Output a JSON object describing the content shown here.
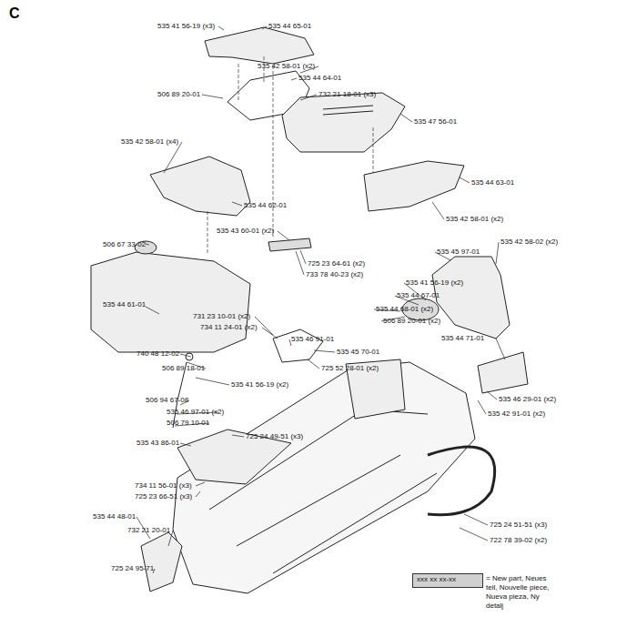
{
  "diagram": {
    "title": "C",
    "labels": [
      "535 41 56-19 (x3)",
      "535 44 65-01",
      "535 42 58-01 (x2)",
      "535 44 64-01",
      "506 89 20-01",
      "732 21 18-01 (x3)",
      "535 47 56-01",
      "535 42 58-01 (x4)",
      "535 44 63-01",
      "535 44 62-01",
      "535 42 58-01 (x2)",
      "535 43 60-01 (x2)",
      "506 67 33-02",
      "725 23 64-61 (x2)",
      "733 78 40-23 (x2)",
      "535 45 97-01",
      "535 42 58-02 (x2)",
      "535 41 56-19 (x2)",
      "535 44 67-01",
      "535 44 68-01 (x2)",
      "506 89 20-01 (x2)",
      "535 44 61-01",
      "731 23 10-01 (x2)",
      "734 11 24-01 (x2)",
      "535 46 91-01",
      "535 45 70-01",
      "535 44 71-01",
      "740 48 12-02",
      "506 89 18-01",
      "725 52 28-01 (x2)",
      "535 41 56-19 (x2)",
      "506 94 67-08",
      "535 46 97-01 (x2)",
      "506 79 10-01",
      "535 46 29-01 (x2)",
      "535 42 91-01 (x2)",
      "725 24 49-51 (x3)",
      "535 43 86-01",
      "734 11 56-01 (x3)",
      "725 23 66-51 (x3)",
      "535 44 48-01",
      "732 21 20-01",
      "725 24 51-51 (x3)",
      "722 78 39-02 (x2)",
      "725 24 95-71",
      "xxx xx xx-xx"
    ],
    "legend": [
      {
        "text": "= New part, Neues teil, Nouvelle piece, Nueva pieza, Ny detalj",
        "color": "#d0d0d0"
      }
    ]
  }
}
